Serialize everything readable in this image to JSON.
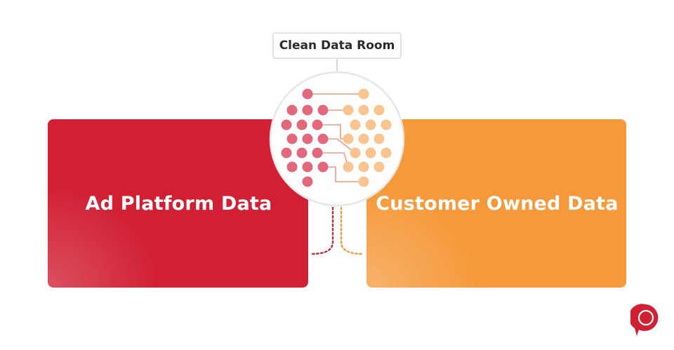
{
  "diagram": {
    "center_label": "Clean Data Room",
    "left_panel": {
      "label": "Ad Platform Data",
      "color": "#d11f33"
    },
    "right_panel": {
      "label": "Customer Owned Data",
      "color": "#f5993a"
    }
  },
  "colors": {
    "red_dot": "#e3687c",
    "orange_dot": "#f9c48f",
    "connector_line": "#ef9a86",
    "circle_border": "#e6e6e6",
    "brand": "#d11f33"
  },
  "icons": {
    "brand": "speech-bubble-logo-icon"
  }
}
